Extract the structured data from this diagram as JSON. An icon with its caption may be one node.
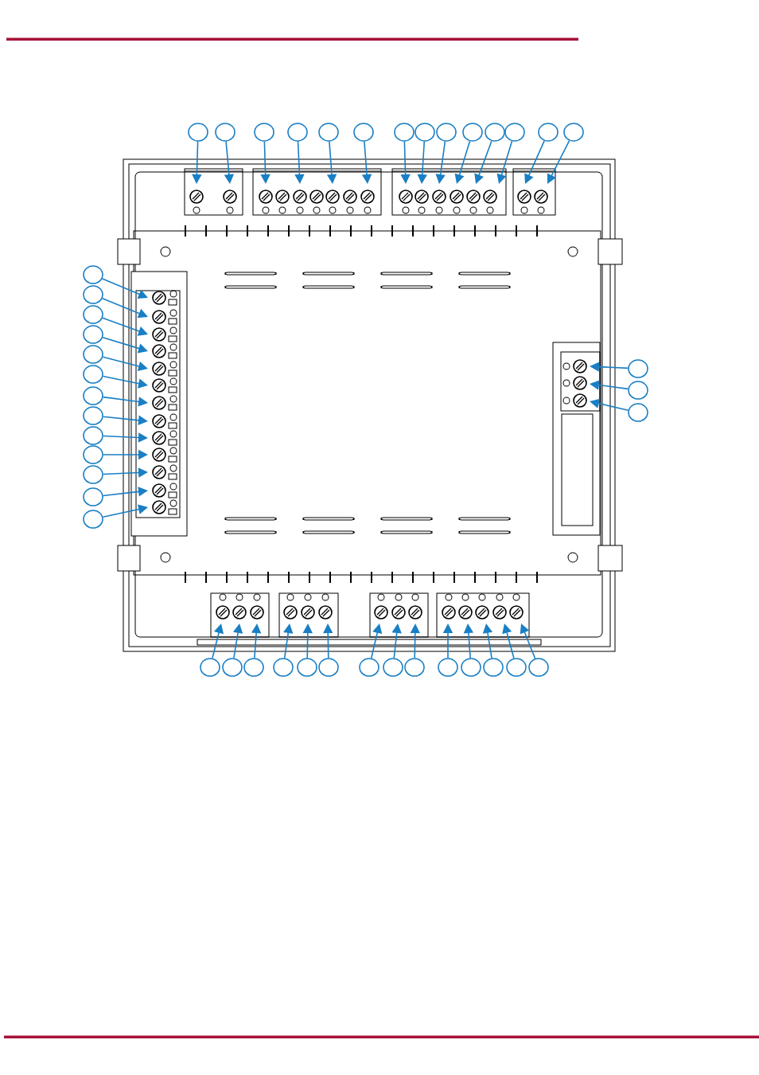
{
  "diagram": {
    "nodes": [
      {
        "text": [],
        "shape": "circle"
      },
      {
        "text": [],
        "shape": "circle"
      },
      {
        "text": [],
        "shape": "circle"
      },
      {
        "text": [],
        "shape": "circle"
      },
      {
        "text": [],
        "shape": "circle"
      },
      {
        "text": [],
        "shape": "circle"
      },
      {
        "text": [],
        "shape": "circle"
      },
      {
        "text": [],
        "shape": "circle"
      },
      {
        "text": [],
        "shape": "circle"
      },
      {
        "text": [],
        "shape": "circle"
      },
      {
        "text": [],
        "shape": "circle"
      },
      {
        "text": [],
        "shape": "circle"
      },
      {
        "text": [],
        "shape": "circle"
      },
      {
        "text": [],
        "shape": "circle"
      },
      {
        "text": [],
        "shape": "circle"
      },
      {
        "text": [],
        "shape": "circle"
      },
      {
        "text": [],
        "shape": "circle"
      },
      {
        "text": [],
        "shape": "circle"
      },
      {
        "text": [],
        "shape": "circle"
      },
      {
        "text": [],
        "shape": "circle"
      },
      {
        "text": [],
        "shape": "circle"
      },
      {
        "text": [],
        "shape": "circle"
      },
      {
        "text": [],
        "shape": "circle"
      },
      {
        "text": [],
        "shape": "circle"
      },
      {
        "text": [],
        "shape": "circle"
      },
      {
        "text": [],
        "shape": "circle"
      },
      {
        "text": [],
        "shape": "circle"
      },
      {
        "text": [],
        "shape": "circle"
      },
      {
        "text": [],
        "shape": "circle"
      },
      {
        "text": [],
        "shape": "circle"
      },
      {
        "text": [],
        "shape": "circle"
      },
      {
        "text": [],
        "shape": "circle"
      },
      {
        "text": [],
        "shape": "circle"
      },
      {
        "text": [],
        "shape": "circle"
      },
      {
        "text": [],
        "shape": "circle"
      },
      {
        "text": [],
        "shape": "circle"
      },
      {
        "text": [],
        "shape": "circle"
      },
      {
        "text": [],
        "shape": "circle"
      },
      {
        "text": [],
        "shape": "circle"
      },
      {
        "text": [],
        "shape": "circle"
      },
      {
        "text": [],
        "shape": "circle"
      },
      {
        "text": [],
        "shape": "circle"
      },
      {
        "text": [],
        "shape": "circle"
      },
      {
        "text": [],
        "shape": "circle"
      }
    ],
    "edges": [
      {
        "from": 0,
        "to": null,
        "arrow": "to"
      },
      {
        "from": 1,
        "to": null,
        "arrow": "to"
      },
      {
        "from": 2,
        "to": null,
        "arrow": "to"
      },
      {
        "from": 3,
        "to": null,
        "arrow": "to"
      },
      {
        "from": 4,
        "to": null,
        "arrow": "to"
      },
      {
        "from": 5,
        "to": null,
        "arrow": "to"
      },
      {
        "from": 6,
        "to": null,
        "arrow": "to"
      },
      {
        "from": 7,
        "to": null,
        "arrow": "to"
      },
      {
        "from": 8,
        "to": null,
        "arrow": "to"
      },
      {
        "from": 9,
        "to": null,
        "arrow": "to"
      },
      {
        "from": 10,
        "to": null,
        "arrow": "to"
      },
      {
        "from": 11,
        "to": null,
        "arrow": "to"
      },
      {
        "from": 12,
        "to": null,
        "arrow": "to"
      },
      {
        "from": 13,
        "to": null,
        "arrow": "to"
      },
      {
        "from": 14,
        "to": null,
        "arrow": "to"
      },
      {
        "from": 15,
        "to": null,
        "arrow": "to"
      },
      {
        "from": 16,
        "to": null,
        "arrow": "to"
      },
      {
        "from": 17,
        "to": null,
        "arrow": "to"
      },
      {
        "from": 18,
        "to": null,
        "arrow": "to"
      },
      {
        "from": 19,
        "to": null,
        "arrow": "to"
      },
      {
        "from": 20,
        "to": null,
        "arrow": "to"
      },
      {
        "from": 21,
        "to": null,
        "arrow": "to"
      },
      {
        "from": 22,
        "to": null,
        "arrow": "to"
      },
      {
        "from": 23,
        "to": null,
        "arrow": "to"
      },
      {
        "from": 24,
        "to": null,
        "arrow": "to"
      },
      {
        "from": 25,
        "to": null,
        "arrow": "to"
      },
      {
        "from": 26,
        "to": null,
        "arrow": "to"
      },
      {
        "from": 27,
        "to": null,
        "arrow": "to"
      },
      {
        "from": 28,
        "to": null,
        "arrow": "to"
      },
      {
        "from": 29,
        "to": null,
        "arrow": "to"
      },
      {
        "from": 30,
        "to": null,
        "arrow": "to"
      },
      {
        "from": 31,
        "to": null,
        "arrow": "to"
      },
      {
        "from": 32,
        "to": null,
        "arrow": "to"
      },
      {
        "from": 33,
        "to": null,
        "arrow": "to"
      },
      {
        "from": 34,
        "to": null,
        "arrow": "to"
      },
      {
        "from": 35,
        "to": null,
        "arrow": "to"
      },
      {
        "from": 36,
        "to": null,
        "arrow": "to"
      },
      {
        "from": 37,
        "to": null,
        "arrow": "to"
      },
      {
        "from": 38,
        "to": null,
        "arrow": "to"
      },
      {
        "from": 39,
        "to": null,
        "arrow": "to"
      },
      {
        "from": 40,
        "to": null,
        "arrow": "to"
      },
      {
        "from": 41,
        "to": null,
        "arrow": "to"
      },
      {
        "from": 42,
        "to": null,
        "arrow": "to"
      },
      {
        "from": 43,
        "to": null,
        "arrow": "to"
      }
    ]
  }
}
